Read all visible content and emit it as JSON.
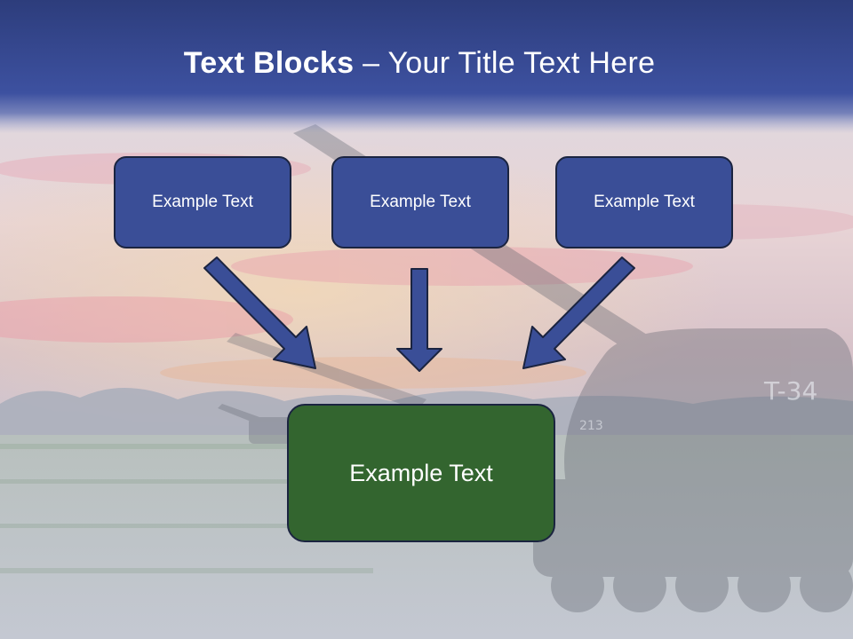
{
  "slide": {
    "title_bold": "Text Blocks",
    "title_dash": " – ",
    "title_rest": "Your Title Text Here"
  },
  "blocks": {
    "top": [
      "Example Text",
      "Example Text",
      "Example Text"
    ],
    "bottom": "Example Text"
  },
  "colors": {
    "title_band": "#3a4e9a",
    "box_blue": "#3a4e97",
    "box_green": "#33652f",
    "box_border": "#1b2440",
    "arrow_fill": "#3a4e97"
  },
  "icons": [
    "arrow-down-right-icon",
    "arrow-down-icon",
    "arrow-down-left-icon"
  ]
}
